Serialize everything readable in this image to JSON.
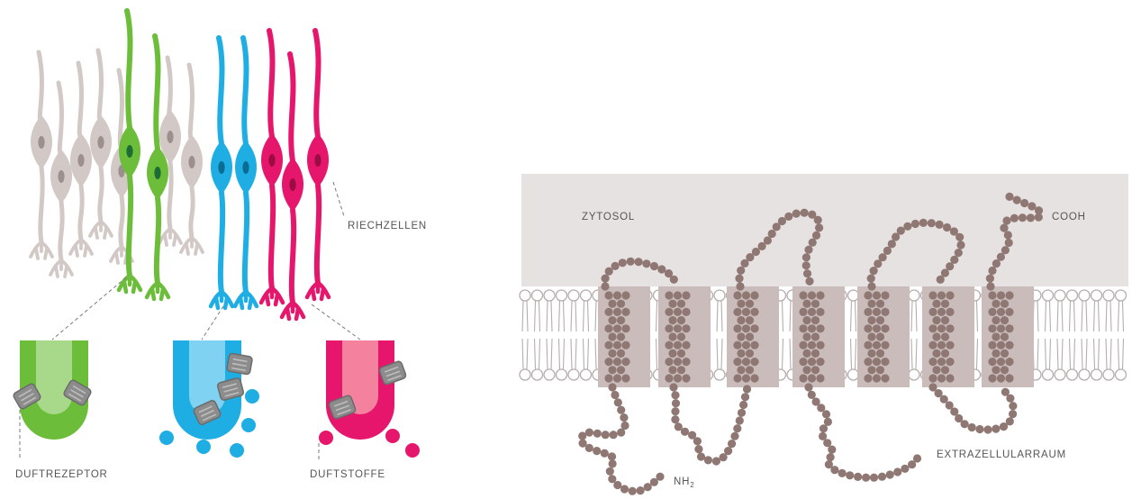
{
  "left_panel": {
    "labels": {
      "riechzellen": "RIECHZELLEN",
      "duftrezeptor": "DUFTREZEPTOR",
      "duftstoffe": "DUFTSTOFFE"
    },
    "colors": {
      "neutral": "#d2c8c6",
      "green": "#6cbd3a",
      "green_light": "#a8d98a",
      "blue": "#1eaee3",
      "blue_light": "#7fd2f2",
      "magenta": "#e5166b",
      "magenta_light": "#f4829f",
      "molecule": "#8c8c8c"
    }
  },
  "right_panel": {
    "labels": {
      "zytosol": "ZYTOSOL",
      "cooh": "COOH",
      "extrazellularraum": "EXTRAZELLULARRAUM",
      "nh2_main": "NH",
      "nh2_sub": "2"
    },
    "colors": {
      "cytosol_bg": "#e6e2e1",
      "helix_block": "#c9bcbb",
      "bead": "#8f7773",
      "membrane": "#b5aeac"
    }
  }
}
